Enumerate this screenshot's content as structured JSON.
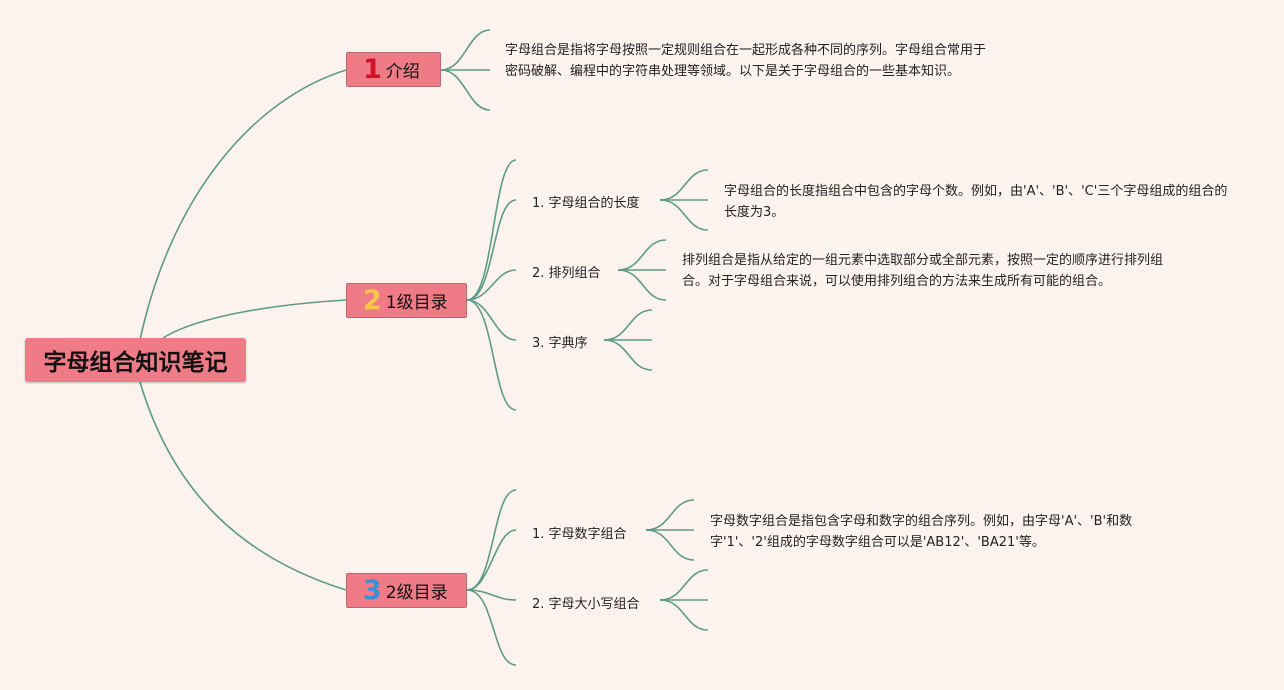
{
  "root": {
    "title": "字母组合知识笔记"
  },
  "branches": [
    {
      "num": "1",
      "num_color": "#d0122a",
      "label": "介绍",
      "desc": "字母组合是指将字母按照一定规则组合在一起形成各种不同的序列。字母组合常用于密码破解、编程中的字符串处理等领域。以下是关于字母组合的一些基本知识。"
    },
    {
      "num": "2",
      "num_color": "#f6c84a",
      "label": "1级目录",
      "items": [
        {
          "label": "1. 字母组合的长度",
          "desc": "字母组合的长度指组合中包含的字母个数。例如，由'A'、'B'、'C'三个字母组成的组合的长度为3。"
        },
        {
          "label": "2. 排列组合",
          "desc": "排列组合是指从给定的一组元素中选取部分或全部元素，按照一定的顺序进行排列组合。对于字母组合来说，可以使用排列组合的方法来生成所有可能的组合。"
        },
        {
          "label": "3. 字典序"
        }
      ]
    },
    {
      "num": "3",
      "num_color": "#3f8fd6",
      "label": "2级目录",
      "items": [
        {
          "label": "1. 字母数字组合",
          "desc": "字母数字组合是指包含字母和数字的组合序列。例如，由字母'A'、'B'和数字'1'、'2'组成的字母数字组合可以是'AB12'、'BA21'等。"
        },
        {
          "label": "2. 字母大小写组合"
        }
      ]
    }
  ]
}
